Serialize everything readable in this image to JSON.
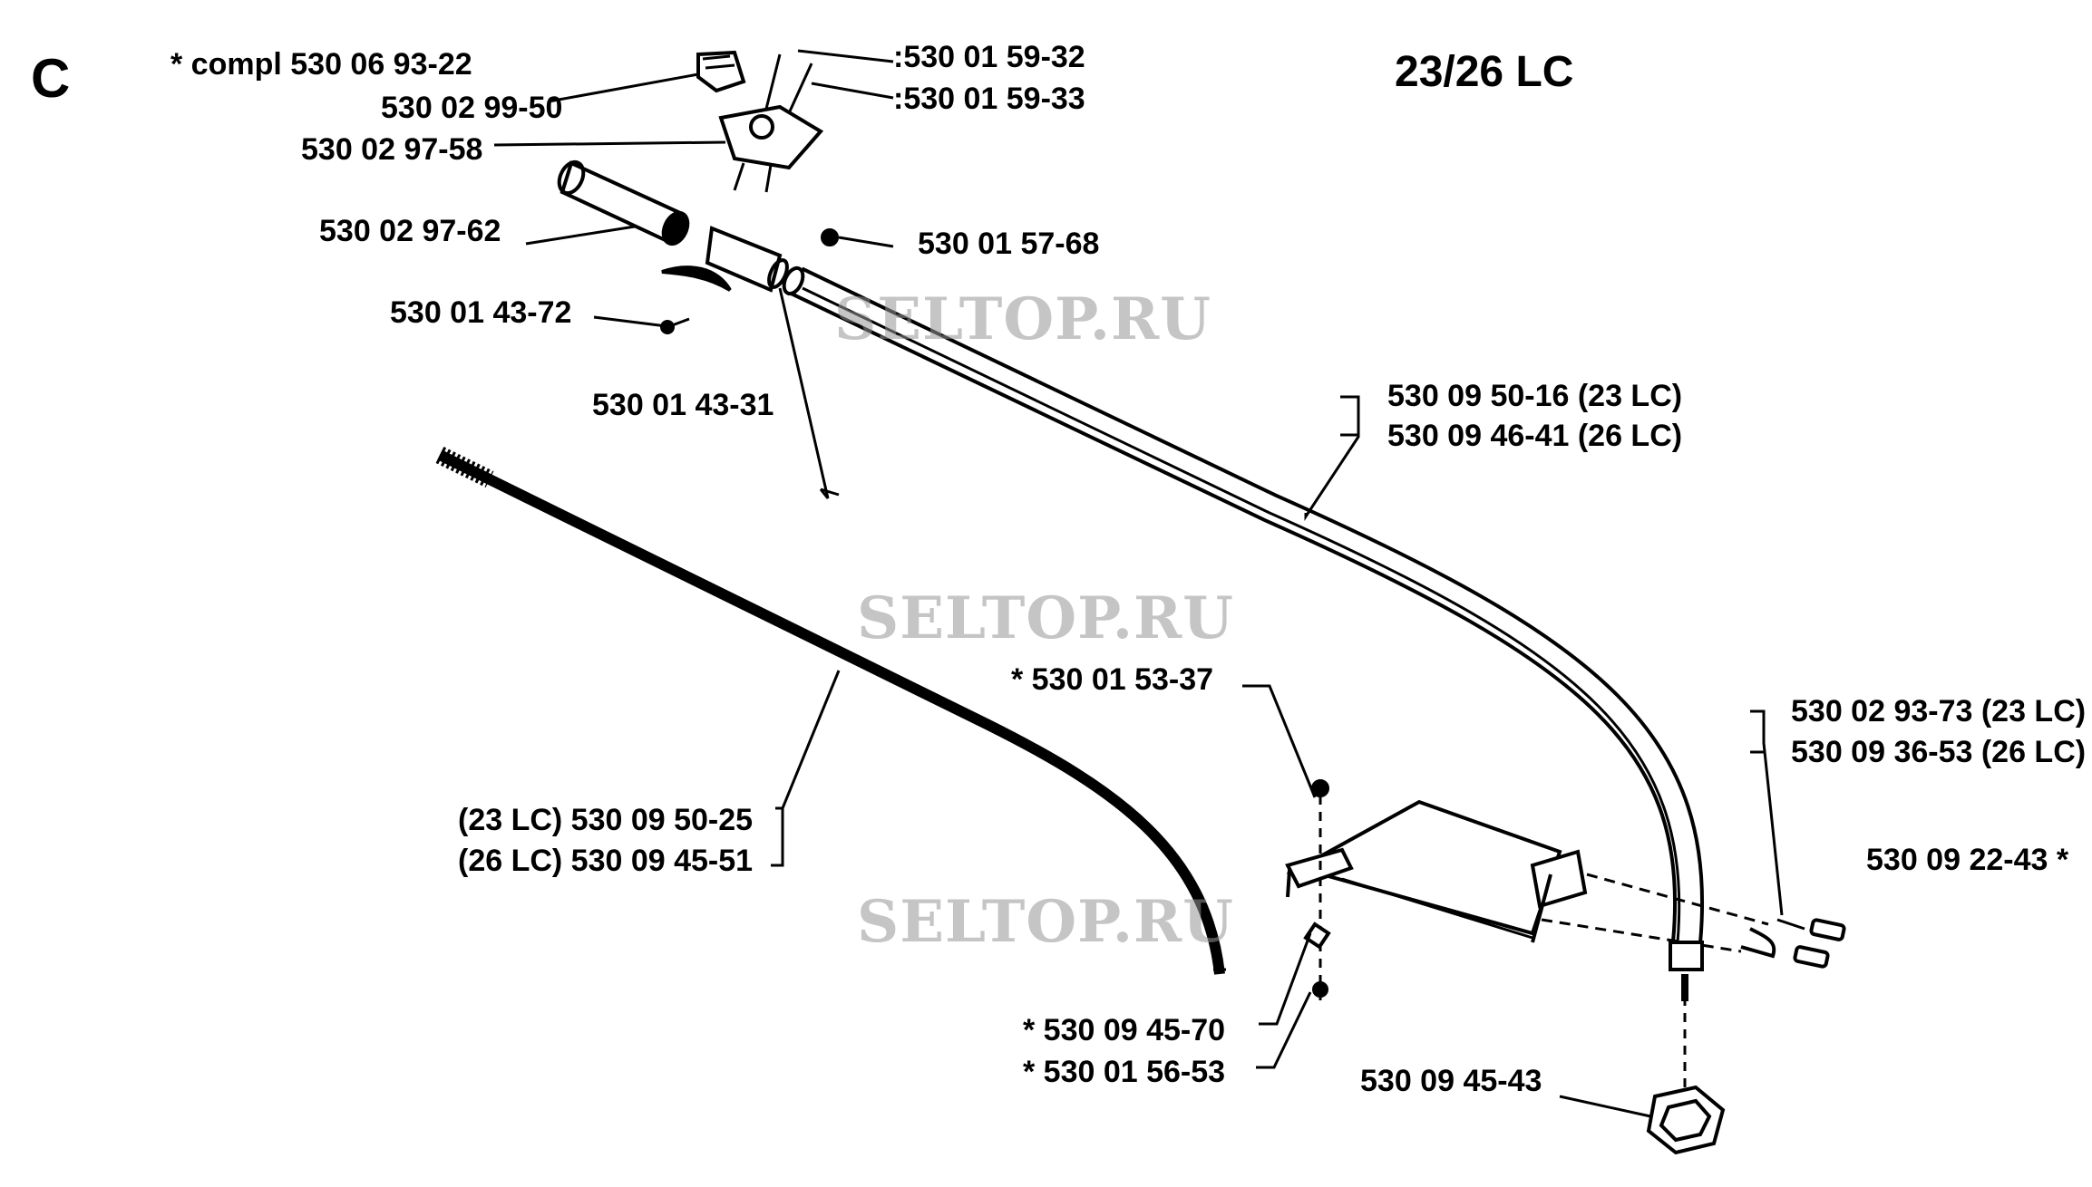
{
  "section_letter": "C",
  "model_title": "23/26 LC",
  "watermark": "SELTOP.RU",
  "colors": {
    "ink": "#000000",
    "watermark": "#999999",
    "background": "#ffffff"
  },
  "labels": {
    "compl": "*  compl 530 06 93-22",
    "p_590_32": ":530 01 59-32",
    "p_590_33": ":530 01 59-33",
    "p_029950": "530 02 99-50",
    "p_029758": "530 02 97-58",
    "p_029762": "530 02 97-62",
    "p_015768": "530 01 57-68",
    "p_014372": "530 01 43-72",
    "p_014331": "530 01 43-31",
    "p_tube_23": "530 09 50-16 (23 LC)",
    "p_tube_26": "530 09 46-41 (26 LC)",
    "p_015337": "*  530 01 53-37",
    "p_clamp_23": "530 02 93-73 (23 LC)",
    "p_clamp_26": "530 09 36-53 (26 LC)",
    "p_092243": "530 09 22-43  *",
    "p_shaft_23": "(23 LC) 530 09 50-25",
    "p_shaft_26": "(26 LC) 530 09 45-51",
    "p_094570": "*   530 09 45-70",
    "p_015653": "*  530 01 56-53",
    "p_094543": "530 09 45-43"
  }
}
